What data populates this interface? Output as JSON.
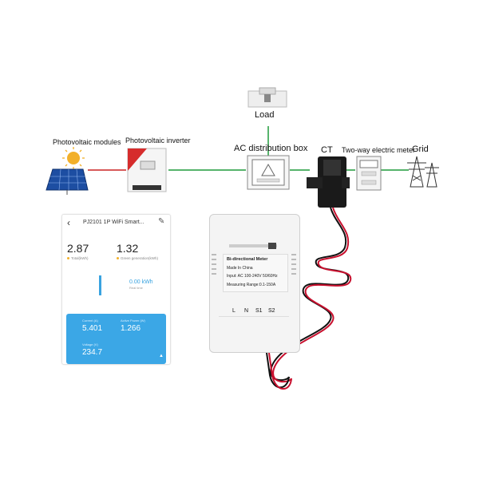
{
  "labels": {
    "load": "Load",
    "pv_modules": "Photovoltaic modules",
    "pv_inverter": "Photovoltaic inverter",
    "ac_box": "AC distribution box",
    "ct": "CT",
    "two_way_meter": "Two-way electric meter",
    "grid": "Grid"
  },
  "app": {
    "title": "PJ2101 1P WiFi Smart...",
    "total_value": "2.87",
    "total_caption": "Total(kWh)",
    "green_value": "1.32",
    "green_caption": "Green generation(kWh)",
    "power_value": "0.00 kWh",
    "power_caption": "Real time",
    "panel_cap_1": "Current (A)",
    "panel_val_1": "5.401",
    "panel_cap_2": "Active Power (W)",
    "panel_val_2": "1.266",
    "panel_cap_3": "Voltage (V)",
    "panel_val_3": "234.7",
    "accent": "#3ba7e6"
  },
  "meter": {
    "line1": "Bi-directional Meter",
    "line2": "Made In China",
    "line3": "Input: AC 100-240V 50/60Hz",
    "line4": "Measuring Range:0.1-150A",
    "terminals": [
      "L",
      "N",
      "S1",
      "S2"
    ]
  },
  "colors": {
    "dc_line": "#cc2222",
    "ac_line": "#1f9a3a",
    "cable_red": "#c8102e",
    "cable_black": "#111111"
  }
}
